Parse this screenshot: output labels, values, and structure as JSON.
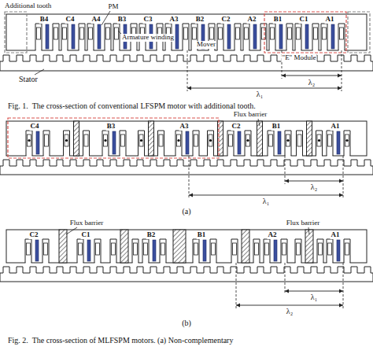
{
  "diagram": {
    "labels": [
      "Additional tooth",
      "B4",
      "C4",
      "A4",
      "B3",
      "C3",
      "A3",
      "B2",
      "C2",
      "A2",
      "B1",
      "C1",
      "A1",
      "PM",
      "Armature winding",
      "Mover",
      "\"E\" Module",
      "Stator",
      "λ₁",
      "λ₂",
      "Fig. 1.  The cross-section of conventional LFSPM motor with additional tooth.",
      "Flux barrier",
      "C4",
      "B3",
      "A3",
      "C2",
      "B1",
      "A1",
      "λ₁",
      "λ₂",
      "(a)",
      "Flux barrier",
      "Flux barrier",
      "C2",
      "C1",
      "B2",
      "B1",
      "A2",
      "A1",
      "λ₁",
      "λ₂",
      "(b)",
      "Fig. 2.  The cross-section of MLFSPM motors. (a) Non-complementary"
    ]
  }
}
